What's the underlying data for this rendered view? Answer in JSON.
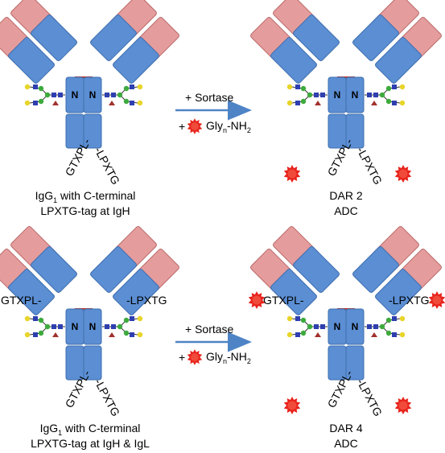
{
  "panels": [
    {
      "left_label": {
        "line1_pre": "IgG",
        "line1_sub": "1",
        "line1_post": " with C-terminal",
        "line2": "LPXTG-tag at IgH"
      },
      "right_label": {
        "line1": "DAR 2",
        "line2": "ADC"
      },
      "tags_heavy": {
        "left": "GTXPL-",
        "right": "-LPXTG"
      },
      "tags_light": null
    },
    {
      "left_label": {
        "line1_pre": "IgG",
        "line1_sub": "1",
        "line1_post": " with C-terminal",
        "line2": "LPXTG-tag at IgH & IgL"
      },
      "right_label": {
        "line1": "DAR 4",
        "line2": "ADC"
      },
      "tags_heavy": {
        "left": "GTXPL-",
        "right": "-LPXTG"
      },
      "tags_light": {
        "left": "GTXPL-",
        "right": "-LPXTG"
      }
    }
  ],
  "reaction": {
    "enzyme": "+ Sortase",
    "plus": "+",
    "reagent_pre": "Gly",
    "reagent_sub": "n",
    "reagent_mid": "-NH",
    "reagent_sub2": "2"
  },
  "domain_label": "N",
  "colors": {
    "heavy": "#5B8ED3",
    "heavy_stroke": "#3E6EAE",
    "light": "#E59C9C",
    "light_stroke": "#B96A6A",
    "payload": "#E8231C",
    "arrow": "#4E84C6",
    "glycan_blue": "#2E3FB0",
    "glycan_green": "#3DAA3D",
    "glycan_yellow": "#E8D52A",
    "glycan_red": "#A0312E"
  }
}
